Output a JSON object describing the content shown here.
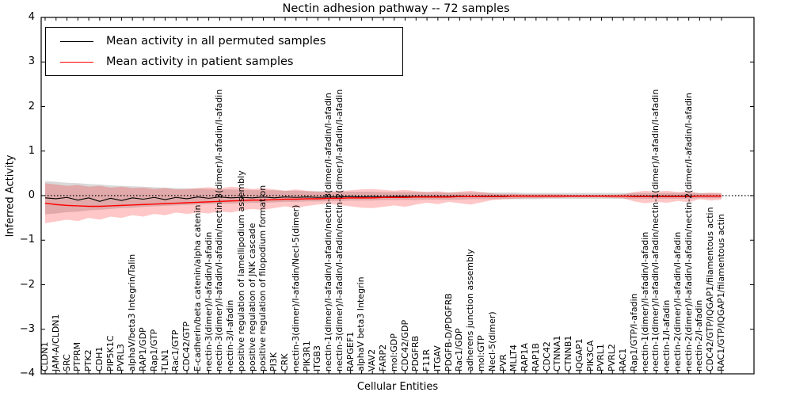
{
  "figure": {
    "title": "Nectin adhesion pathway -- 72 samples",
    "xlabel": "Cellular Entities",
    "ylabel": "Inferred Activity"
  },
  "legend": {
    "items": [
      {
        "label": "Mean activity in all permuted samples",
        "color": "#000000"
      },
      {
        "label": "Mean activity in patient samples",
        "color": "#ff0000"
      }
    ]
  },
  "chart_data": {
    "type": "line",
    "title": "Nectin adhesion pathway -- 72 samples",
    "xlabel": "Cellular Entities",
    "ylabel": "Inferred Activity",
    "ylim": [
      -4,
      4
    ],
    "yticks": [
      -4,
      -3,
      -2,
      -1,
      0,
      1,
      2,
      3,
      4
    ],
    "grid": false,
    "zero_reference_line": 0,
    "legend_position": "upper left",
    "categories": [
      "CLDN1",
      "JAM-A/CLDN1",
      "SRC",
      "PTPRM",
      "PTK2",
      "CDH1",
      "PIP5K1C",
      "PVRL3",
      "alphaV/beta3 Integrin/Talin",
      "RAP1/GDP",
      "Rap1/GTP",
      "TLN1",
      "Rac1/GTP",
      "CDC42/GTP",
      "E-cadherin/beta catenin/alpha catenin",
      "nectin-3(dimer)/I-afadin/I-afadin",
      "nectin-3(dimer)/I-afadin/I-afadin/nectin-3(dimer)/I-afadin/I-afadin",
      "nectin-3/I-afadin",
      "positive regulation of lamellipodium assembly",
      "positive regulation of JNK cascade",
      "positive regulation of filopodium formation",
      "PI3K",
      "CRK",
      "nectin-3(dimer)/I-afadin/Necl-5(dimer)",
      "PIK3R1",
      "ITGB3",
      "nectin-1(dimer)/I-afadin/I-afadin/nectin-3(dimer/I-afadin/I-afadin",
      "nectin-3(dimer)/I-afadin/I-afadin/nectin-2(dimer)/I-afadin/I-afadin",
      "RAPGEF1",
      "alphaV beta3 Integrin",
      "VAV2",
      "FARP2",
      "mol:GDP",
      "CDC42/GDP",
      "PDGFRB",
      "F11R",
      "ITGAV",
      "PDGFB-D/PDGFRB",
      "Rac1/GDP",
      "adherens junction assembly",
      "mol:GTP",
      "Necl-5(dimer)",
      "PVR",
      "MLLT4",
      "RAP1A",
      "RAP1B",
      "CDC42",
      "CTNNA1",
      "CTNNB1",
      "IQGAP1",
      "PIK3CA",
      "PVRL1",
      "PVRL2",
      "RAC1",
      "Rap1/GTP/I-afadin",
      "nectin-1(dimer)/I-afadin/I-afadin",
      "nectin-1(dimer)/I-afadin/I-afadin/nectin-1(dimer)/I-afadin/I-afadin",
      "nectin-1/I-afadin",
      "nectin-2(dimer)/I-afadin/I-afadin",
      "nectin-2(dimer)/I-afadin/I-afadin/nectin-2(dimer/I-afadin/I-afadin",
      "nectin-2/I-afadin",
      "CDC42/GTP/IQGAP1/filamentous actin",
      "RAC1/GTP/IQGAP1/filamentous actin"
    ],
    "series": [
      {
        "name": "Mean activity in all permuted samples",
        "color": "#000000",
        "values": [
          -0.05,
          -0.07,
          -0.04,
          -0.1,
          -0.05,
          -0.13,
          -0.06,
          -0.11,
          -0.05,
          -0.08,
          -0.04,
          -0.09,
          -0.04,
          -0.07,
          -0.03,
          -0.06,
          -0.03,
          -0.05,
          -0.04,
          -0.05,
          -0.03,
          -0.05,
          -0.03,
          -0.04,
          -0.03,
          -0.04,
          -0.03,
          -0.03,
          -0.02,
          -0.03,
          -0.02,
          -0.03,
          -0.02,
          -0.02,
          -0.02,
          -0.02,
          -0.02,
          -0.02,
          -0.01,
          -0.02,
          -0.01,
          -0.01,
          -0.01,
          -0.01,
          -0.01,
          -0.01,
          -0.01,
          -0.01,
          -0.01,
          -0.01,
          -0.01,
          -0.01,
          -0.01,
          -0.01,
          -0.01,
          -0.01,
          -0.01,
          -0.01,
          -0.01,
          -0.01,
          -0.01,
          -0.01,
          -0.01
        ]
      },
      {
        "name": "Mean activity in patient samples",
        "color": "#ff0000",
        "values": [
          -0.17,
          -0.2,
          -0.22,
          -0.23,
          -0.24,
          -0.24,
          -0.23,
          -0.22,
          -0.21,
          -0.2,
          -0.19,
          -0.18,
          -0.17,
          -0.16,
          -0.15,
          -0.14,
          -0.13,
          -0.12,
          -0.11,
          -0.1,
          -0.1,
          -0.09,
          -0.08,
          -0.08,
          -0.07,
          -0.07,
          -0.06,
          -0.06,
          -0.05,
          -0.05,
          -0.05,
          -0.04,
          -0.04,
          -0.04,
          -0.03,
          -0.03,
          -0.03,
          -0.03,
          -0.02,
          -0.02,
          -0.02,
          -0.02,
          -0.02,
          -0.01,
          -0.01,
          -0.01,
          -0.01,
          -0.01,
          -0.01,
          -0.01,
          -0.01,
          -0.01,
          -0.01,
          -0.01,
          -0.02,
          -0.02,
          -0.02,
          -0.02,
          -0.02,
          -0.02,
          -0.01,
          -0.01,
          -0.01
        ]
      }
    ],
    "bands": [
      {
        "name": "permuted-samples-std-band",
        "color": "#808080",
        "alpha": 0.3,
        "upper": [
          0.33,
          0.31,
          0.29,
          0.28,
          0.26,
          0.25,
          0.23,
          0.22,
          0.21,
          0.2,
          0.19,
          0.18,
          0.17,
          0.16,
          0.16,
          0.15,
          0.14,
          0.14,
          0.13,
          0.13,
          0.12,
          0.12,
          0.11,
          0.11,
          0.1,
          0.1,
          0.1,
          0.09,
          0.09,
          0.09,
          0.09,
          0.08,
          0.08,
          0.08,
          0.08,
          0.08,
          0.07,
          0.07,
          0.07,
          0.07,
          0.07,
          0.07,
          0.07,
          0.07,
          0.06,
          0.06,
          0.06,
          0.06,
          0.06,
          0.06,
          0.06,
          0.06,
          0.06,
          0.06,
          0.06,
          0.06,
          0.06,
          0.06,
          0.06,
          0.06,
          0.06,
          0.05,
          0.05
        ],
        "lower": [
          -0.42,
          -0.4,
          -0.37,
          -0.36,
          -0.33,
          -0.32,
          -0.3,
          -0.28,
          -0.27,
          -0.25,
          -0.24,
          -0.23,
          -0.22,
          -0.21,
          -0.2,
          -0.19,
          -0.18,
          -0.18,
          -0.17,
          -0.16,
          -0.16,
          -0.15,
          -0.14,
          -0.14,
          -0.13,
          -0.13,
          -0.12,
          -0.12,
          -0.11,
          -0.11,
          -0.11,
          -0.1,
          -0.1,
          -0.1,
          -0.1,
          -0.09,
          -0.09,
          -0.09,
          -0.09,
          -0.08,
          -0.08,
          -0.08,
          -0.08,
          -0.08,
          -0.08,
          -0.08,
          -0.07,
          -0.07,
          -0.07,
          -0.07,
          -0.07,
          -0.07,
          -0.07,
          -0.07,
          -0.07,
          -0.07,
          -0.07,
          -0.07,
          -0.07,
          -0.07,
          -0.06,
          -0.06,
          -0.06
        ]
      },
      {
        "name": "patient-samples-std-band",
        "color": "#ff0000",
        "alpha": 0.22,
        "upper": [
          0.28,
          0.25,
          0.22,
          0.24,
          0.2,
          0.22,
          0.18,
          0.2,
          0.17,
          0.18,
          0.15,
          0.17,
          0.14,
          0.15,
          0.17,
          0.19,
          0.16,
          0.2,
          0.18,
          0.15,
          0.17,
          0.14,
          0.11,
          0.14,
          0.11,
          0.09,
          0.08,
          0.1,
          0.12,
          0.14,
          0.15,
          0.13,
          0.11,
          0.13,
          0.1,
          0.08,
          0.1,
          0.07,
          0.09,
          0.11,
          0.08,
          0.05,
          0.04,
          0.04,
          0.03,
          0.03,
          0.03,
          0.03,
          0.02,
          0.02,
          0.02,
          0.02,
          0.02,
          0.03,
          0.08,
          0.11,
          0.09,
          0.11,
          0.08,
          0.1,
          0.05,
          0.07,
          0.06
        ],
        "lower": [
          -0.62,
          -0.58,
          -0.54,
          -0.57,
          -0.5,
          -0.54,
          -0.47,
          -0.5,
          -0.44,
          -0.47,
          -0.41,
          -0.44,
          -0.38,
          -0.41,
          -0.38,
          -0.4,
          -0.35,
          -0.38,
          -0.33,
          -0.3,
          -0.32,
          -0.28,
          -0.24,
          -0.28,
          -0.23,
          -0.2,
          -0.18,
          -0.21,
          -0.24,
          -0.27,
          -0.28,
          -0.25,
          -0.22,
          -0.25,
          -0.2,
          -0.16,
          -0.19,
          -0.14,
          -0.17,
          -0.2,
          -0.15,
          -0.1,
          -0.08,
          -0.07,
          -0.06,
          -0.06,
          -0.05,
          -0.05,
          -0.04,
          -0.04,
          -0.04,
          -0.04,
          -0.05,
          -0.06,
          -0.13,
          -0.17,
          -0.14,
          -0.16,
          -0.12,
          -0.15,
          -0.08,
          -0.11,
          -0.09
        ]
      }
    ]
  }
}
